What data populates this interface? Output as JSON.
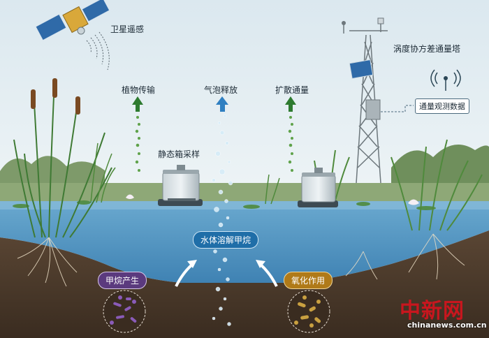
{
  "labels": {
    "satellite": "卫星遥感",
    "eddy_tower": "涡度协方差通量塔",
    "flux_data": "通量观测数据",
    "plant_transport": "植物传输",
    "ebullition": "气泡释放",
    "diffusion": "扩散通量",
    "chamber": "静态箱采样",
    "dissolved": "水体溶解甲烷",
    "production": "甲烷产生",
    "oxidation": "氧化作用"
  },
  "watermark": {
    "logo": "中新网",
    "site": "chinanews.com.cn"
  },
  "colors": {
    "sky": "#e3eef4",
    "water": "#5b9dc6",
    "soil": "#4a3a2a",
    "arrow_green": "#2d7a2f",
    "arrow_blue": "#2f7fc1",
    "pill_water": "#1f6ea8",
    "pill_methane": "#5b3a7e",
    "pill_oxidation": "#b07a18",
    "logo_red": "#c8161e"
  }
}
